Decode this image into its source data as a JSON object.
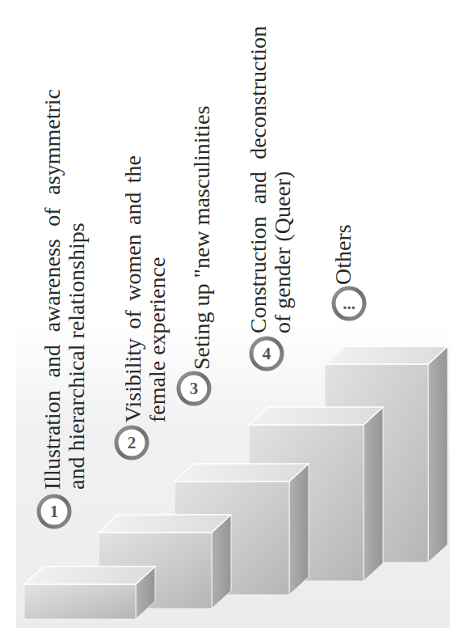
{
  "diagram": {
    "nodes": [
      {
        "text": [
          "1",
          "Illustration and awareness of asymmetric and hierarchical relationships"
        ]
      },
      {
        "text": [
          "2",
          "Visibility of women and the female experience"
        ]
      },
      {
        "text": [
          "3",
          "Seting up \"new masculinities"
        ]
      },
      {
        "text": [
          "4",
          "Construction and deconstruction of gender (Queer)"
        ]
      },
      {
        "text": [
          "...",
          "Others"
        ]
      }
    ]
  }
}
